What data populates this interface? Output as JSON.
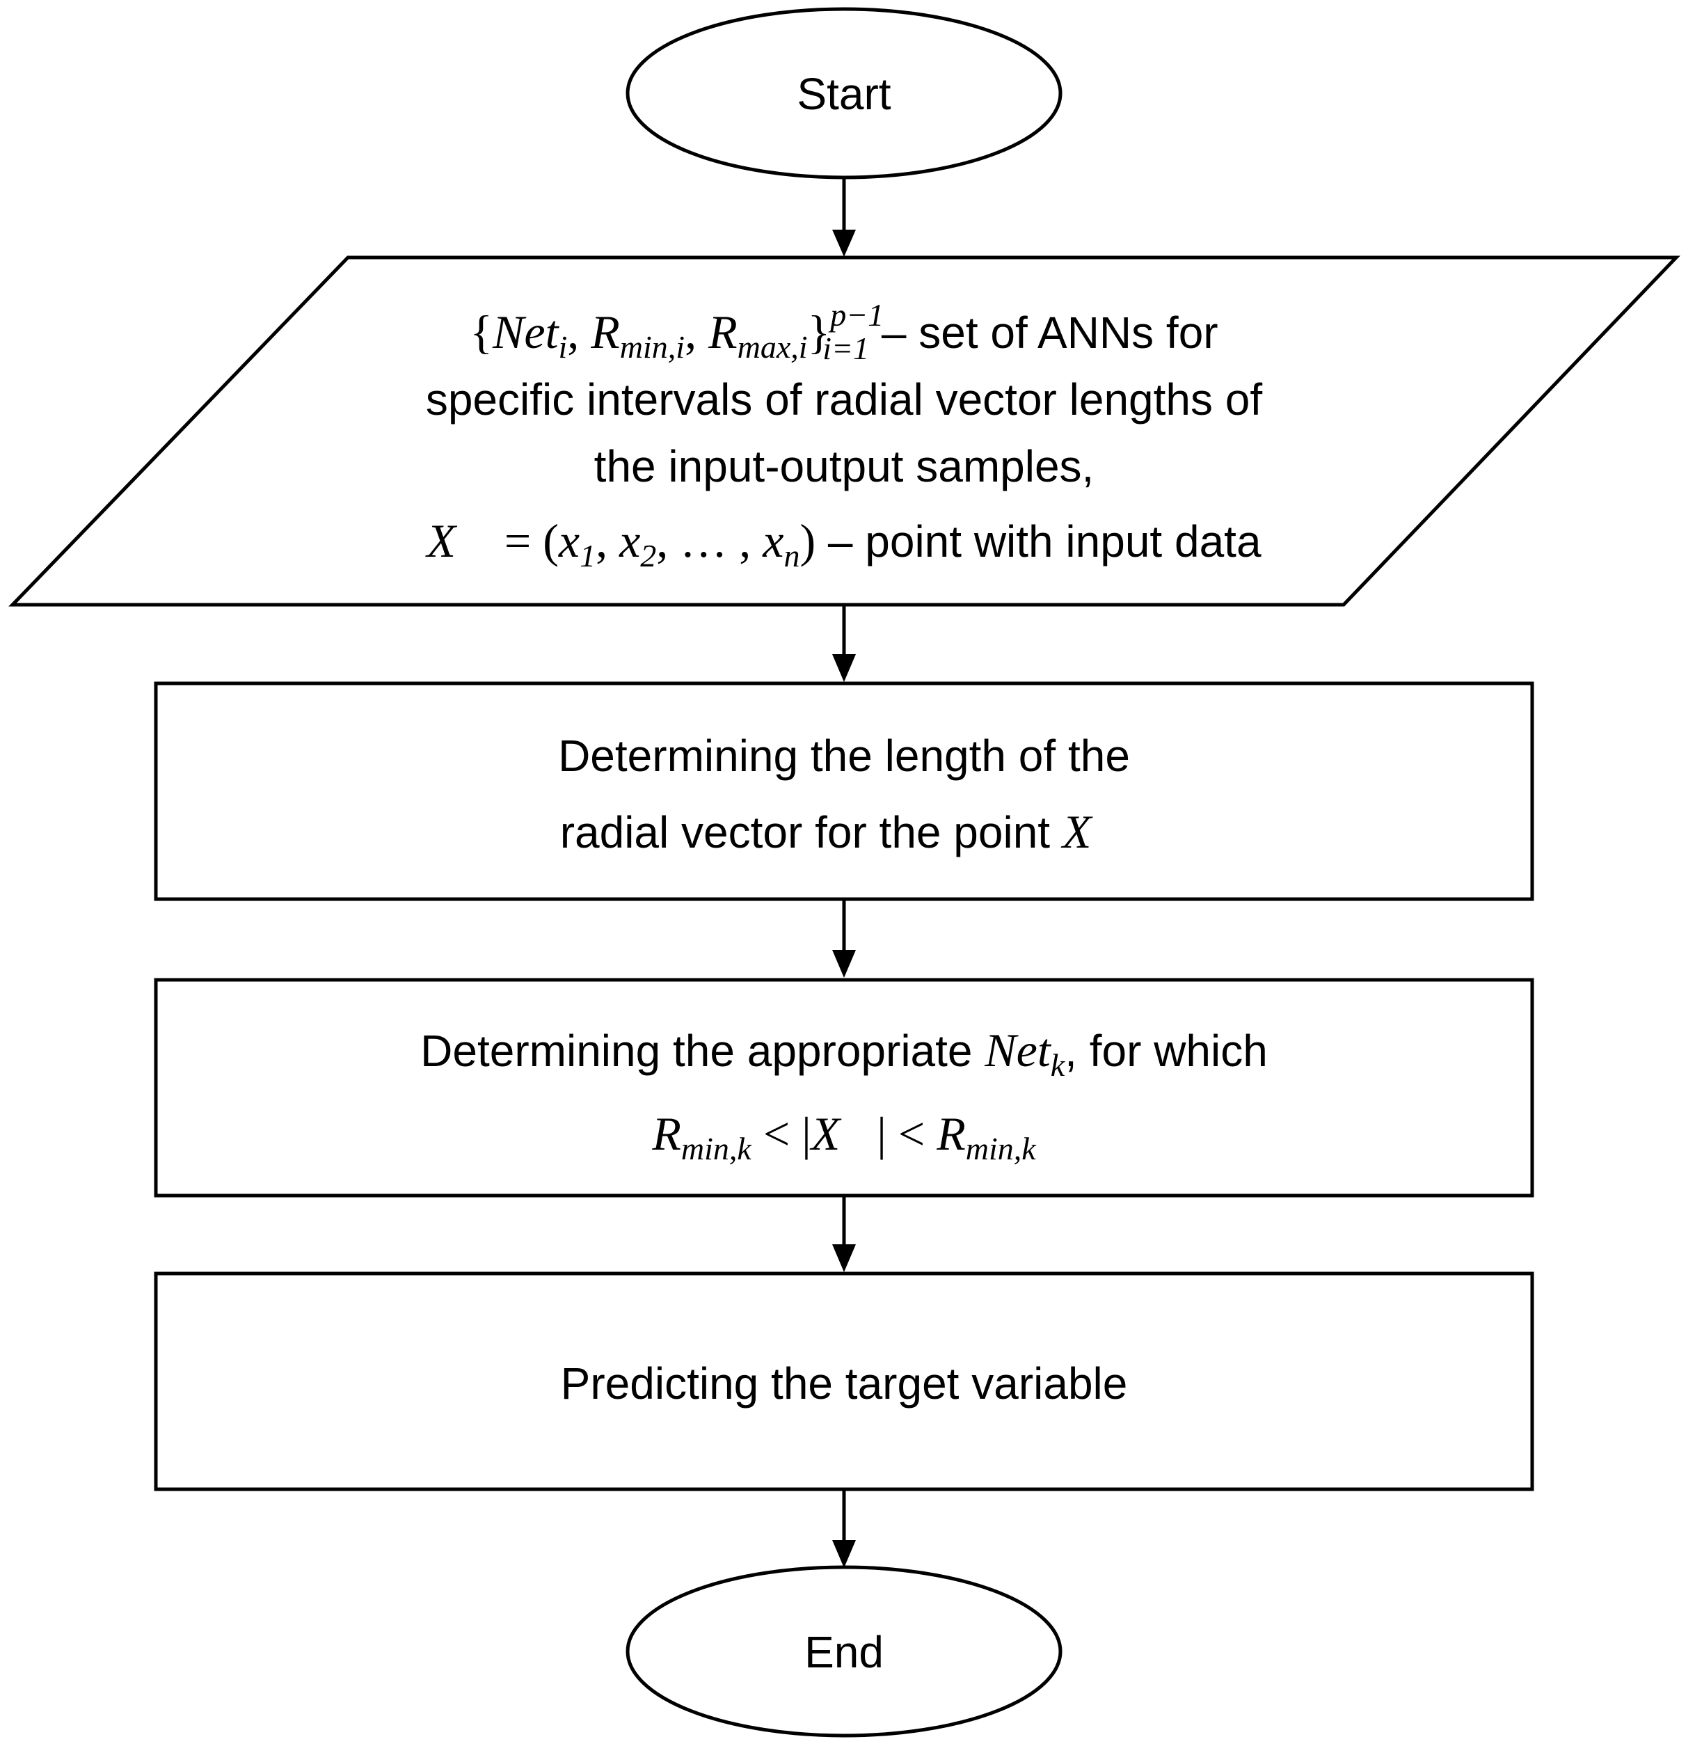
{
  "nodes": {
    "start": {
      "label": "Start"
    },
    "input": {
      "formula_set": "{Net_i, R_min,i, R_max,i}_{i=1}^{p−1}",
      "line1_text": " – set of ANNs for",
      "line2_text": "specific intervals of radial vector lengths of",
      "line3_text": "the input-output samples,",
      "formula_point": "X⃗ = (x_1, x_2, … , x_n)",
      "line4_text": " – point with input data"
    },
    "step1": {
      "line1": "Determining the length of the",
      "line2": "radial vector for the point "
    },
    "step2": {
      "line1": "Determining the appropriate ",
      "line1_suffix": ", for which",
      "condition": "R_min,k < |X⃗| < R_min,k"
    },
    "step3": {
      "label": "Predicting the target variable"
    },
    "end": {
      "label": "End"
    }
  },
  "style": {
    "stroke_color": "#000000",
    "fill_color": "#ffffff"
  }
}
